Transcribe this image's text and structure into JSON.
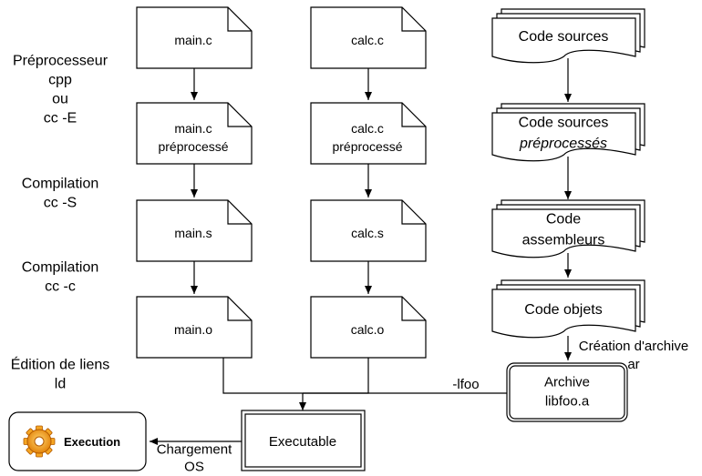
{
  "stages": [
    {
      "lines": [
        "Préprocesseur",
        "cpp",
        "ou",
        "cc -E"
      ]
    },
    {
      "lines": [
        "Compilation",
        "cc -S"
      ]
    },
    {
      "lines": [
        "Compilation",
        "cc -c"
      ]
    },
    {
      "lines": [
        "Édition de liens",
        "ld"
      ]
    }
  ],
  "main_column": [
    {
      "lines": [
        "main.c"
      ]
    },
    {
      "lines": [
        "main.c",
        "préprocessé"
      ]
    },
    {
      "lines": [
        "main.s"
      ]
    },
    {
      "lines": [
        "main.o"
      ]
    }
  ],
  "calc_column": [
    {
      "lines": [
        "calc.c"
      ]
    },
    {
      "lines": [
        "calc.c",
        "préprocessé"
      ]
    },
    {
      "lines": [
        "calc.s"
      ]
    },
    {
      "lines": [
        "calc.o"
      ]
    }
  ],
  "library_column": [
    {
      "lines": [
        "Code sources"
      ]
    },
    {
      "lines": [
        "Code sources",
        "préprocessés"
      ],
      "italic_line": 1
    },
    {
      "lines": [
        "Code",
        "assembleurs"
      ]
    },
    {
      "lines": [
        "Code objets"
      ]
    }
  ],
  "archive_step": {
    "lines": [
      "Création d'archive",
      "ar"
    ]
  },
  "archive": {
    "lines": [
      "Archive",
      "libfoo.a"
    ]
  },
  "link_flag": "-lfoo",
  "executable": "Executable",
  "load_step": {
    "lines": [
      "Chargement",
      "OS"
    ]
  },
  "execution": {
    "label": "Execution",
    "icon": "gear-icon",
    "icon_color": "#f5a623"
  }
}
